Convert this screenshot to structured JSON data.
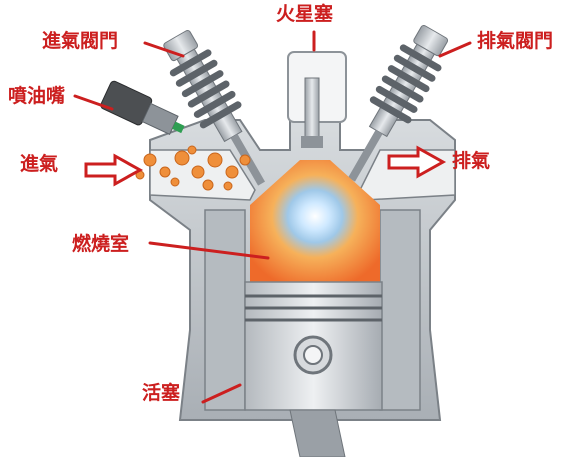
{
  "labels": {
    "intake_valve": "進氣閥門",
    "spark_plug": "火星塞",
    "exhaust_valve": "排氣閥門",
    "injector": "噴油嘴",
    "intake": "進氣",
    "exhaust": "排氣",
    "combustion_chamber": "燃燒室",
    "piston": "活塞"
  },
  "colors": {
    "label_red": "#cc1f1f",
    "engine_gray": "#c4c8cc",
    "engine_dark": "#8d9399",
    "flame_orange": "#f07a33",
    "fuel_droplet": "#ef8f3a"
  }
}
